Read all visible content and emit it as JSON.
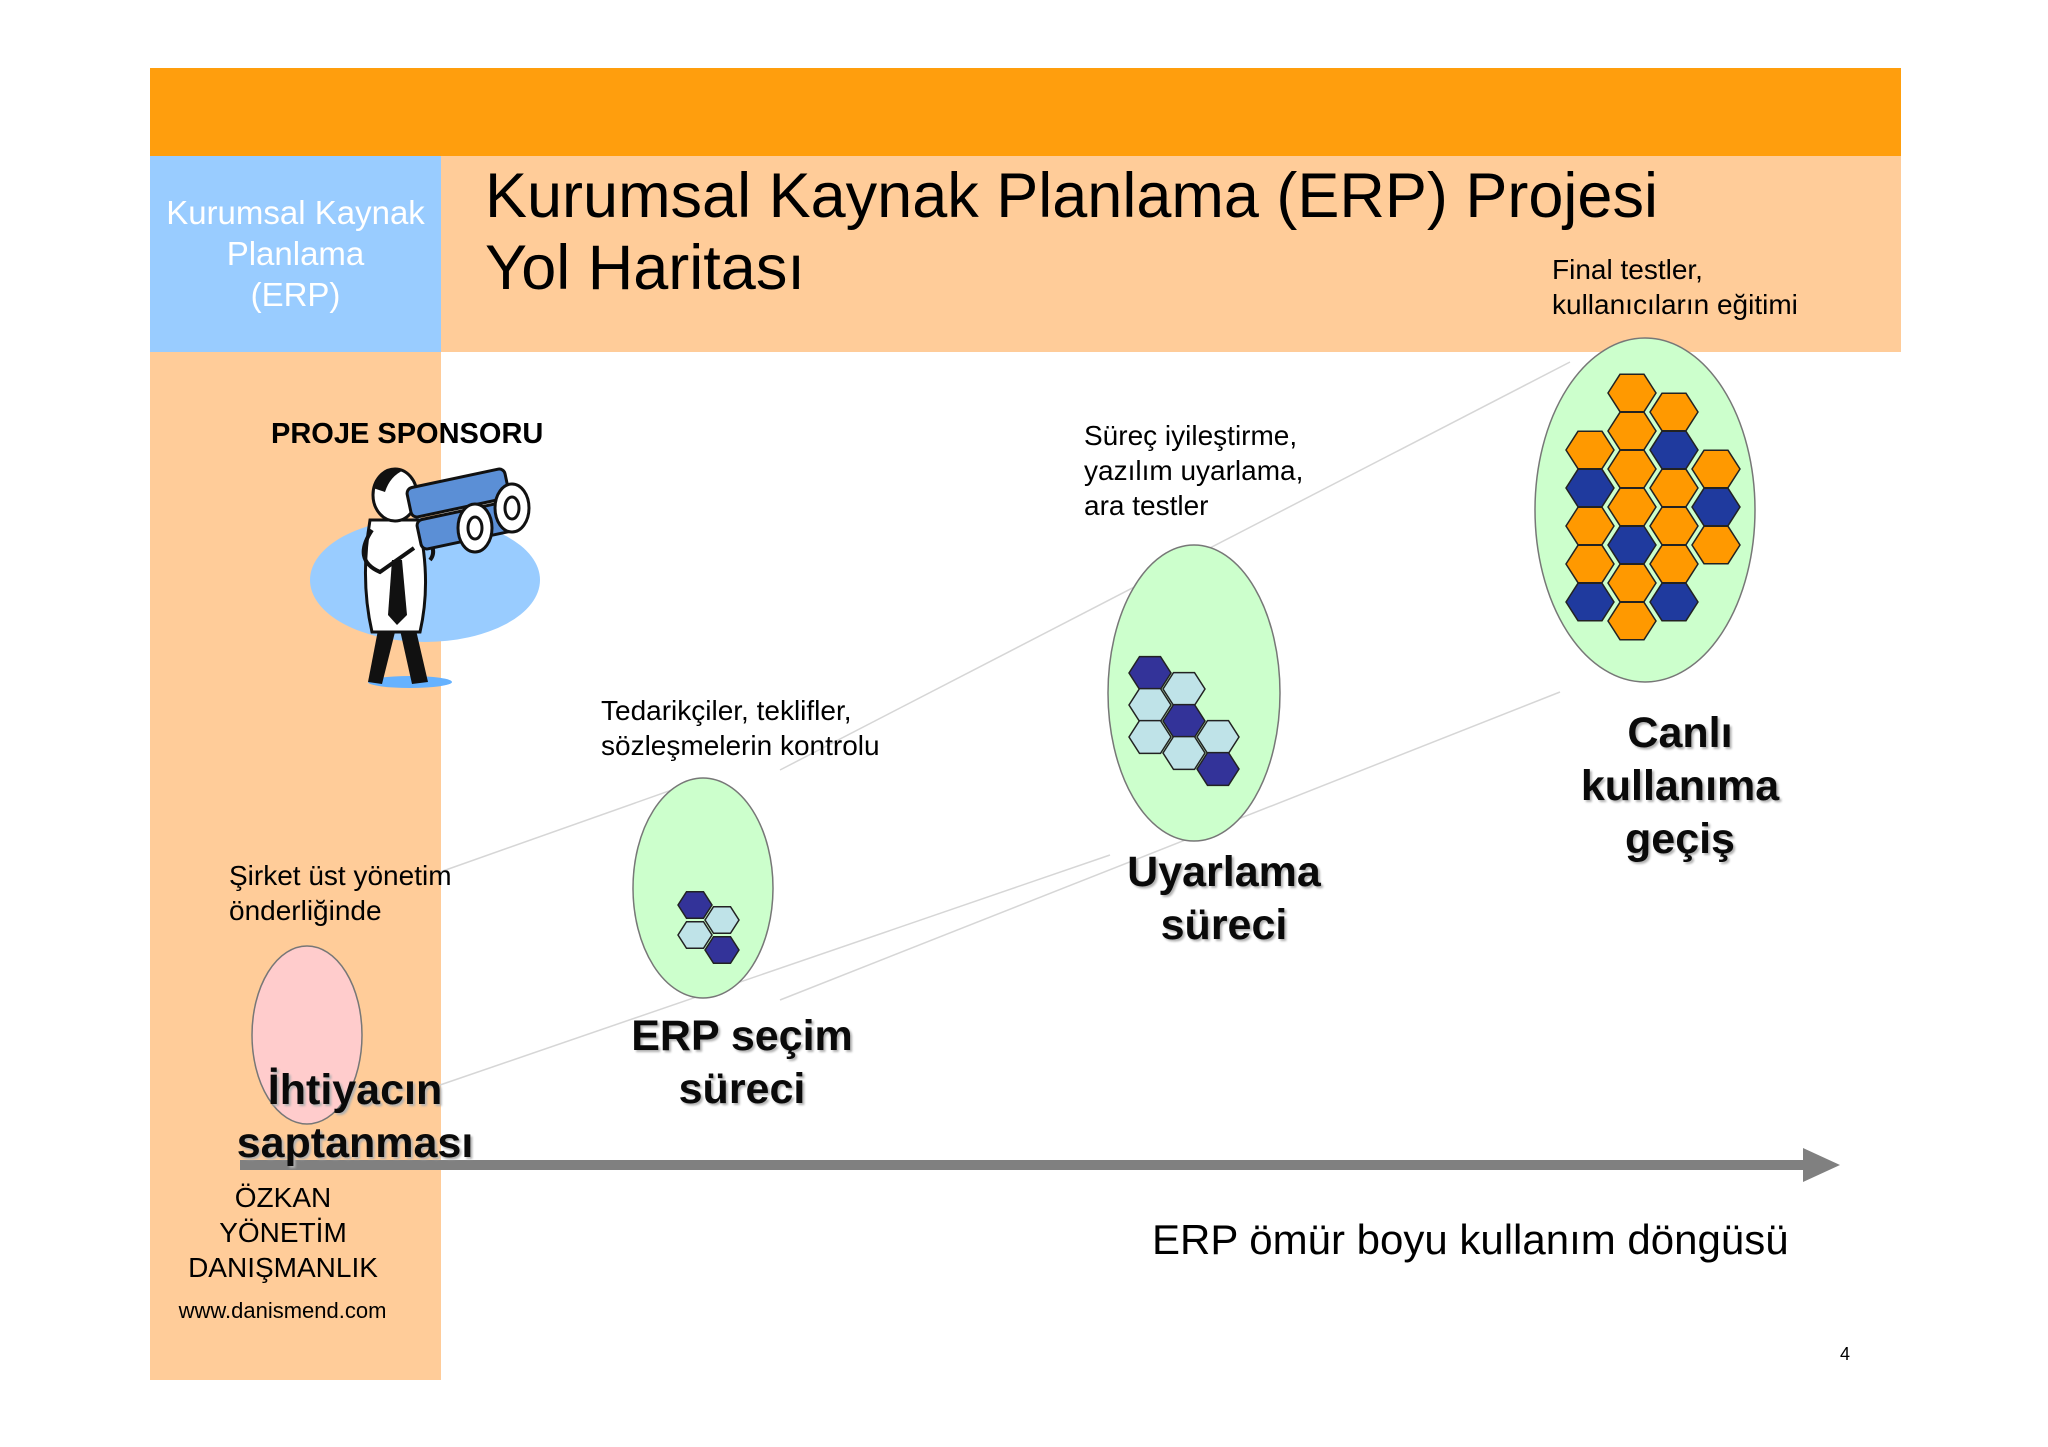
{
  "header": {
    "side_title_lines": [
      "Kurumsal Kaynak",
      "Planlama",
      "(ERP)"
    ],
    "title_lines": [
      "Kurumsal Kaynak Planlama (ERP) Projesi",
      "Yol Haritası"
    ]
  },
  "sponsor_label": "PROJE SPONSORU",
  "stages": [
    {
      "note_lines": [
        "Şirket üst yönetim",
        "önderliğinde"
      ],
      "name_lines": [
        "İhtiyacın",
        "saptanması"
      ]
    },
    {
      "note_lines": [
        "Tedarikçiler, teklifler,",
        "sözleşmelerin kontrolu"
      ],
      "name_lines": [
        "ERP seçim",
        "süreci"
      ]
    },
    {
      "note_lines": [
        "Süreç iyileştirme,",
        "yazılım uyarlama,",
        "ara testler"
      ],
      "name_lines": [
        "Uyarlama",
        "süreci"
      ]
    },
    {
      "note_lines": [
        "Final testler,",
        "kullanıcıların eğitimi"
      ],
      "name_lines": [
        "Canlı",
        "kullanıma",
        "geçiş"
      ]
    }
  ],
  "company_lines": [
    "ÖZKAN",
    "YÖNETİM",
    "DANIŞMANLIK"
  ],
  "website": "www.danismend.com",
  "lifecycle_label": "ERP ömür boyu kullanım döngüsü",
  "page_number": "4",
  "colors": {
    "top_bar": "#FF9E0D",
    "title_band": "#FFCC99",
    "side_box": "#99CCFF",
    "stage_ellipse_green": "#CCFFCC",
    "stage_ellipse_pink": "#FFCCCC",
    "hex_orange": "#FF9900",
    "hex_navy": "#1F3A9E",
    "hex_navy_small": "#333399",
    "hex_light": "#BFE3E8",
    "arrow": "#808080"
  }
}
